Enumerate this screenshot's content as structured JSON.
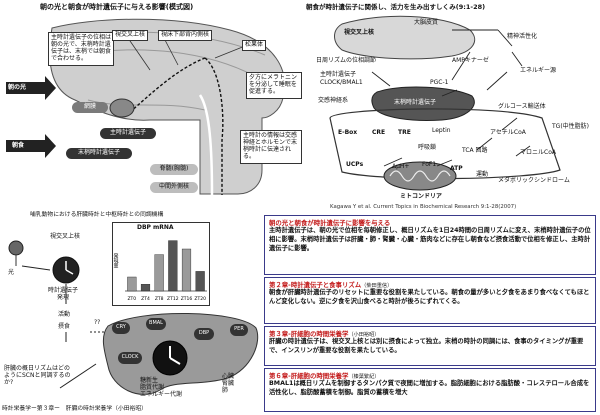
{
  "panel1": {
    "title": "朝の光と朝食が時計遺伝子に与える影響(模式図)",
    "callout_left": "主時計遺伝子の位相は朝の光で、末梢時計遺伝子は、末梢では朝食で合わせる。",
    "brain_labels": {
      "optic_chiasm": "視交叉上核",
      "hypothalamus": "視床下部背内側核",
      "pineal": "松果体",
      "retina": "網膜",
      "master_clock": "主時計遺伝子",
      "peripheral_clock": "末梢時計遺伝子",
      "brainstem": "脊髄(胸髄)",
      "sympathetic": "中間外側核"
    },
    "callout_melatonin": "夕方にメラトニンを分泌して睡眠を促進する。",
    "callout_master": "主時計の情報は交感神経とホルモンで末梢時計に伝達される。",
    "inputs": {
      "light": "朝の光",
      "breakfast": "朝食"
    }
  },
  "panel2": {
    "title": "朝食が時計遺伝子に関係し、活力を生み出すしくみ(9:1-28)",
    "labels": {
      "optic": "視交叉上核",
      "cerebrum": "大脳皮質",
      "vitality": "精神活性化",
      "daily": "日周リズムの位相調節",
      "ampk": "AMPキナーゼ",
      "main_clock": "主時計遺伝子",
      "clock_bmal": "CLOCK/BMAL1",
      "energy": "エネルギー源",
      "pgc": "PGC-1",
      "sympathetic": "交感神経系",
      "peripheral": "末梢時計遺伝子",
      "glucose": "グルコース輸送体",
      "ebox": "E-Box",
      "cre": "CRE",
      "tre": "TRE",
      "leptin": "Leptin",
      "acetyl": "アセチルCoA",
      "tg": "TG(中性脂肪)",
      "malonyl": "マロニルCoA",
      "respiration": "呼吸鎖",
      "tca": "TCA 回路",
      "ucps": "UCPs",
      "dmu": "ΔμH+",
      "fof1": "FoF1",
      "atp": "ATP",
      "exercise": "運動",
      "metabolic": "メタボリックシンドローム",
      "mito": "ミトコンドリア"
    },
    "source": "Kagawa Y et al. Current Topics in Biochemical Research 9:1-28(2007)"
  },
  "panel3": {
    "title": "哺乳動物における肝臓時計と中枢時計との同調機構",
    "labels": {
      "scn": "視交叉上核",
      "light": "光",
      "clock_gene": "時計遺伝子",
      "expression": "発現",
      "activity": "活動",
      "food": "摂食",
      "question": "??",
      "liver_q": "肝臓の概日リズムはどのようにSCNと同調するのか?",
      "liver_list": "糖新生\n脂質代謝\nエネルギー代謝",
      "organs": "心臓\n腎臓\n肺",
      "dbp_title": "DBP mRNA",
      "ylabel": "発現量"
    },
    "organ_icons": [
      "CRY",
      "BMAL",
      "DBP",
      "PER",
      "CLOCK"
    ],
    "footer": "時計栄養学ー第３章ー　肝臓の時計栄養学（小田裕昭）"
  },
  "chart_data": {
    "type": "bar",
    "title": "DBP mRNA",
    "ylabel": "発現量",
    "categories": [
      "ZT0",
      "ZT4",
      "ZT8",
      "ZT12",
      "ZT16",
      "ZT20"
    ],
    "values": [
      2.5,
      1.2,
      6.5,
      9.0,
      7.5,
      3.5
    ],
    "ylim": [
      0,
      10
    ]
  },
  "sections": [
    {
      "title": "朝の光と朝食が時計遺伝子に影響を与える",
      "author": "",
      "body": "主時計遺伝子は、朝の光で位相を毎朝修正し、概日リズムを1日24時間の日周リズムに変え、末梢時計遺伝子の位相に影響。末梢時計遺伝子は肝臓・肺・腎臓・心臓・筋肉などに存在し朝食など摂食活動で位相を修正し、主時計遺伝子に影響。"
    },
    {
      "title": "第２章-時計遺伝子と食事リズム",
      "author": "（柴田重信）",
      "body": "朝食が肝臓時計遺伝子のリセットに重要な役割を果たしている。朝食の量が多いと夕食をあまり食べなくてもほとんど変化しない。逆に夕食を沢山食べると時計が後ろにずれてくる。"
    },
    {
      "title": "第３章-肝細胞の時間栄養学",
      "author": "（小田裕昭）",
      "body": "肝臓の時計遺伝子は、視交叉上核とは別に摂食によって独立。末梢の時計の同調には、食事のタイミングが重要で、インスリンが重要な役割を果たしている。"
    },
    {
      "title": "第６章-肝細胞の時間栄養学",
      "author": "（榛葉繁紀）",
      "body": "BMAL1は概日リズムを制御するタンパク質で夜間に増加する。脂肪細胞における脂肪酸・コレステロール合成を活性化し、脂肪酸蓄積を制御。脂質の蓄積を増大"
    }
  ]
}
